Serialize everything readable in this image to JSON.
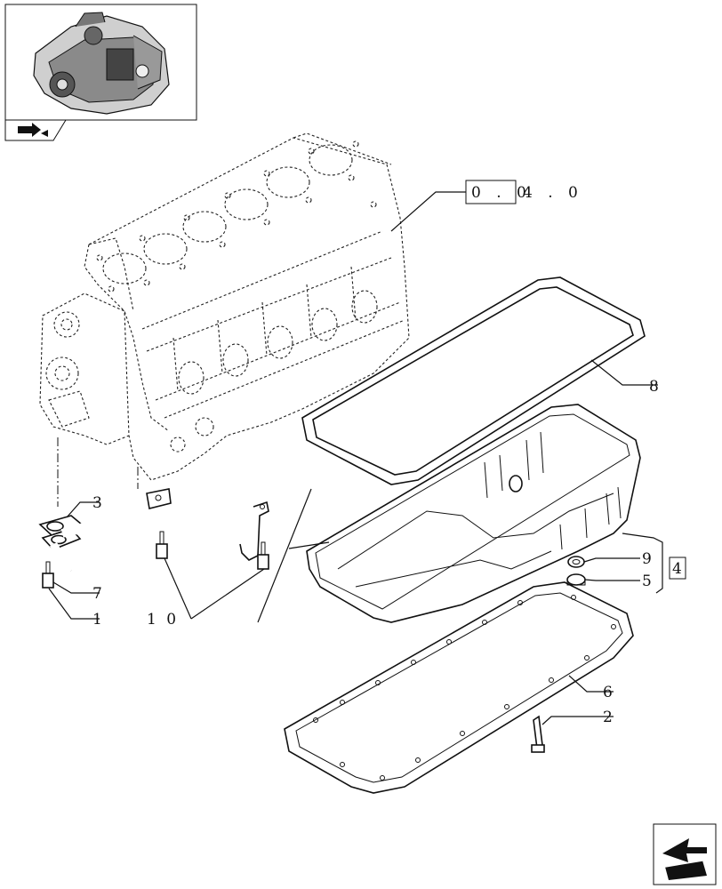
{
  "reference": {
    "boxed": "0 . 0",
    "rest": "4 . 0"
  },
  "callouts": {
    "c1": "1",
    "c2": "2",
    "c3": "3",
    "c4": "4",
    "c5": "5",
    "c6": "6",
    "c7": "7",
    "c8": "8",
    "c9": "9",
    "c10": "1 0"
  },
  "icons": {
    "thumbnail": "engine-thumbnail-icon",
    "nav_small": "nav-arrow-icon",
    "nav_large": "next-page-arrow-icon"
  }
}
